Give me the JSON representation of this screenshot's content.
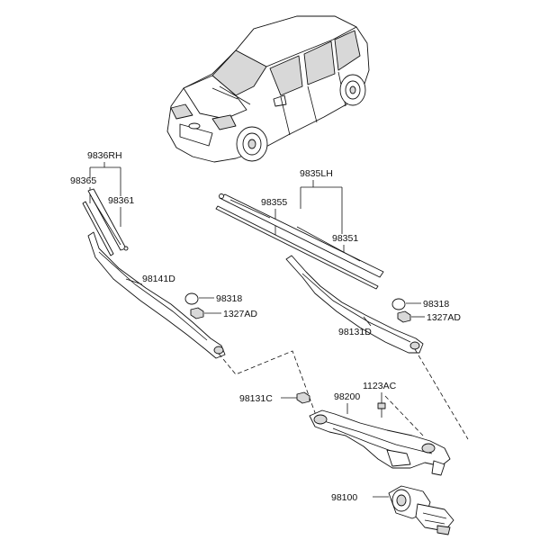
{
  "labels": {
    "p9836rh": "9836RH",
    "p98365": "98365",
    "p98361": "98361",
    "p9835lh": "9835LH",
    "p98355": "98355",
    "p98351": "98351",
    "p98141d": "98141D",
    "p98318_left": "98318",
    "p1327ad_left": "1327AD",
    "p98318_right": "98318",
    "p1327ad_right": "1327AD",
    "p98131d": "98131D",
    "p98131c": "98131C",
    "p98200": "98200",
    "p1123ac": "1123AC",
    "p98100": "98100"
  }
}
